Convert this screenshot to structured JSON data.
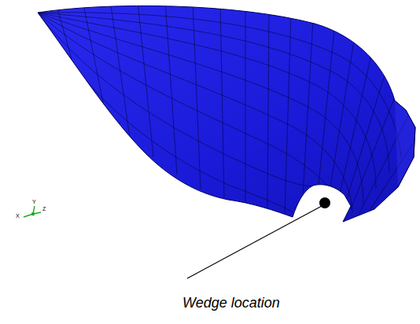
{
  "diagram": {
    "labels": [
      "Wedge location",
      "X",
      "Y",
      "Z"
    ]
  }
}
